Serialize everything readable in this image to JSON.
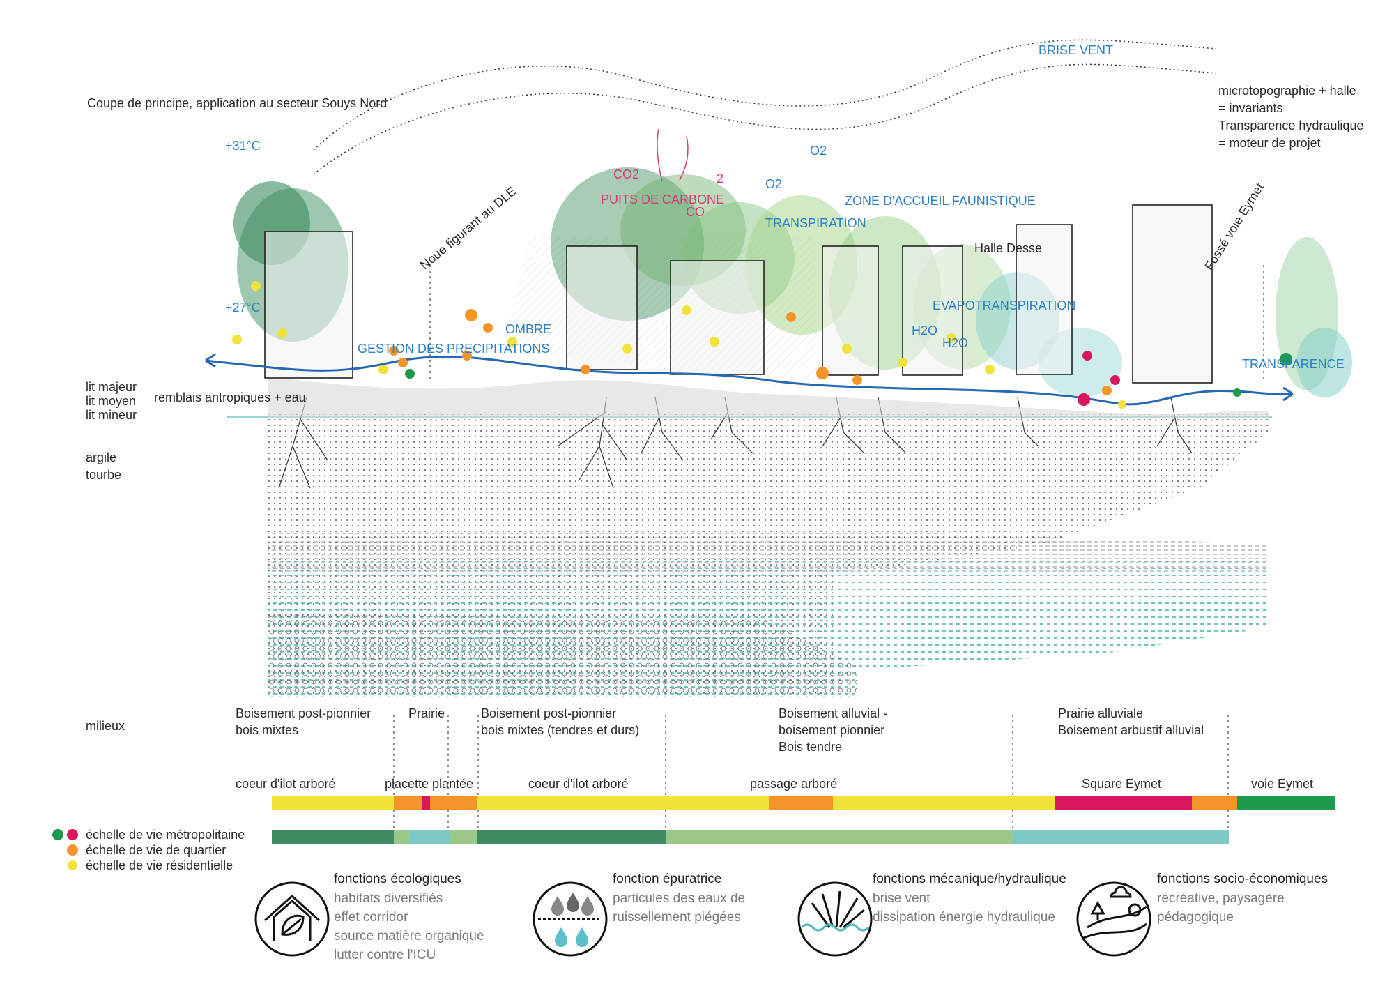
{
  "texts": {
    "title": "Coupe de principe, application au secteur Souys Nord",
    "brise_vent": "BRISE VENT",
    "temp_high": "+31°C",
    "temp_low": "+27°C",
    "invariants": "microtopographie + halle\n= invariants\nTransparence hydraulique\n= moteur de projet",
    "co2": "CO2",
    "puits_carbone": "PUITS DE CARBONE",
    "co": "CO",
    "two": "2",
    "o2_a": "O2",
    "o2_b": "O2",
    "zone_faunistique": "ZONE D'ACCUEIL FAUNISTIQUE",
    "transpiration": "TRANSPIRATION",
    "noue": "Noue figurant au DLE",
    "halle_desse": "Halle Desse",
    "fosse": "Fossé voie Eymet",
    "evapotranspiration": "EVAPOTRANSPIRATION",
    "h2o_a": "H2O",
    "h2o_b": "H2O",
    "ombre": "OMBRE",
    "gestion": "GESTION DES PRECIPITATIONS",
    "transparence": "TRANSPARENCE",
    "lit_majeur": "lit majeur",
    "lit_moyen": "lit moyen",
    "lit_mineur": "lit mineur",
    "remblais": "remblais antropiques + eau",
    "argile": "argile",
    "tourbe": "tourbe",
    "milieux": "milieux"
  },
  "milieux": [
    {
      "label": "Boisement post-pionnier\nbois mixtes"
    },
    {
      "label": "Prairie"
    },
    {
      "label": "Boisement post-pionnier\nbois mixtes (tendres et durs)"
    },
    {
      "label": "Boisement alluvial -\nboisement pionnier\nBois tendre"
    },
    {
      "label": "Prairie alluviale\nBoisement arbustif alluvial"
    }
  ],
  "spaces": [
    {
      "label": "coeur d'ilot arboré"
    },
    {
      "label": "placette plantée"
    },
    {
      "label": "coeur d'ilot arboré"
    },
    {
      "label": "passage arboré"
    },
    {
      "label": "Square Eymet"
    },
    {
      "label": "voie Eymet"
    }
  ],
  "colors": {
    "yellow": "#f1e23a",
    "orange": "#f4942a",
    "pink": "#d8175c",
    "green_metro": "#1e9a4c",
    "dark_green": "#3e8a63",
    "light_green": "#9cc98a",
    "teal": "#7cc8c4",
    "blue_line": "#2468b3"
  },
  "legend": [
    {
      "label": "échelle de vie métropolitaine",
      "icon": "green-pink-dots"
    },
    {
      "label": "échelle de vie de quartier",
      "icon": "orange-dot"
    },
    {
      "label": "échelle de vie résidentielle",
      "icon": "yellow-dot"
    }
  ],
  "functions": [
    {
      "title": "fonctions écologiques",
      "desc": "habitats diversifiés\neffet corridor\nsource matière organique\nlutter contre l'ICU",
      "icon": "house-leaf-icon"
    },
    {
      "title": "fonction épuratrice",
      "desc": "particules des eaux de\nruissellement piégées",
      "icon": "water-drops-icon"
    },
    {
      "title": "fonctions mécanique/hydraulique",
      "desc": "brise vent\ndissipation énergie hydraulique",
      "icon": "grass-wave-icon"
    },
    {
      "title": "fonctions socio-économiques",
      "desc": "récréative, paysagère\npédagogique",
      "icon": "landscape-icon"
    }
  ]
}
